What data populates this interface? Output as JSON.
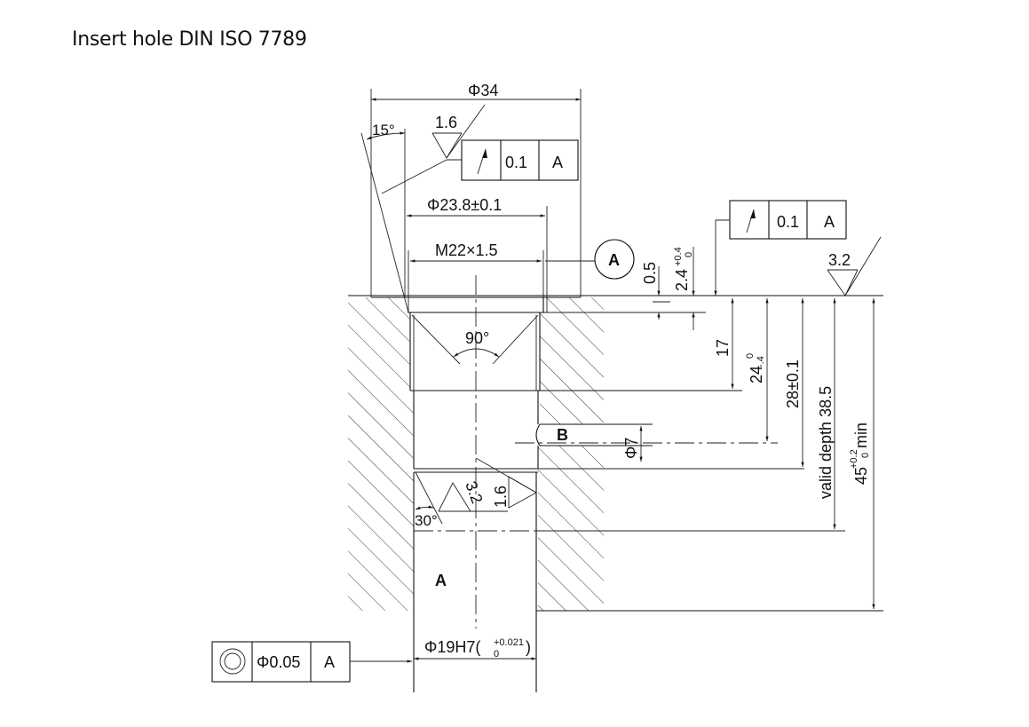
{
  "title": "Insert hole DIN ISO 7789",
  "dimensions": {
    "outer_diameter": "Φ34",
    "chamfer_angle": "15°",
    "counterbore_diameter": "Φ23.8±0.1",
    "thread": "M22×1.5",
    "cone_angle": "90°",
    "depth_0_5": "0.5",
    "depth_2_4": "2.4",
    "depth_2_4_tol_upper": "+0.4",
    "depth_2_4_tol_lower": "0",
    "depth_17": "17",
    "depth_24": "24",
    "depth_24_tol_upper": "0",
    "depth_24_tol_lower": "-.4",
    "depth_28": "28±0.1",
    "valid_depth": "valid depth 38.5",
    "total_depth": "45",
    "total_depth_tol_upper": "+0.2",
    "total_depth_tol_lower": "0",
    "total_depth_suffix": "min",
    "bore_diameter": "Φ19H7(",
    "bore_tol_upper": "+0.021",
    "bore_tol_lower": "0",
    "bore_close": ")",
    "side_port_diameter": "Φ7",
    "bottom_angle": "30°"
  },
  "surface_finish": {
    "top_chamfer": "1.6",
    "top_face": "3.2",
    "step_a": "3.2",
    "step_b": "1.6"
  },
  "feature_frames": [
    {
      "symbol": "circular-runout",
      "tolerance": "0.1",
      "datum": "A"
    },
    {
      "symbol": "circular-runout",
      "tolerance": "0.1",
      "datum": "A"
    },
    {
      "symbol": "concentricity",
      "tolerance": "Φ0.05",
      "datum": "A"
    }
  ],
  "labels": {
    "datum_a_balloon": "A",
    "section_a": "A",
    "port_b": "B"
  }
}
